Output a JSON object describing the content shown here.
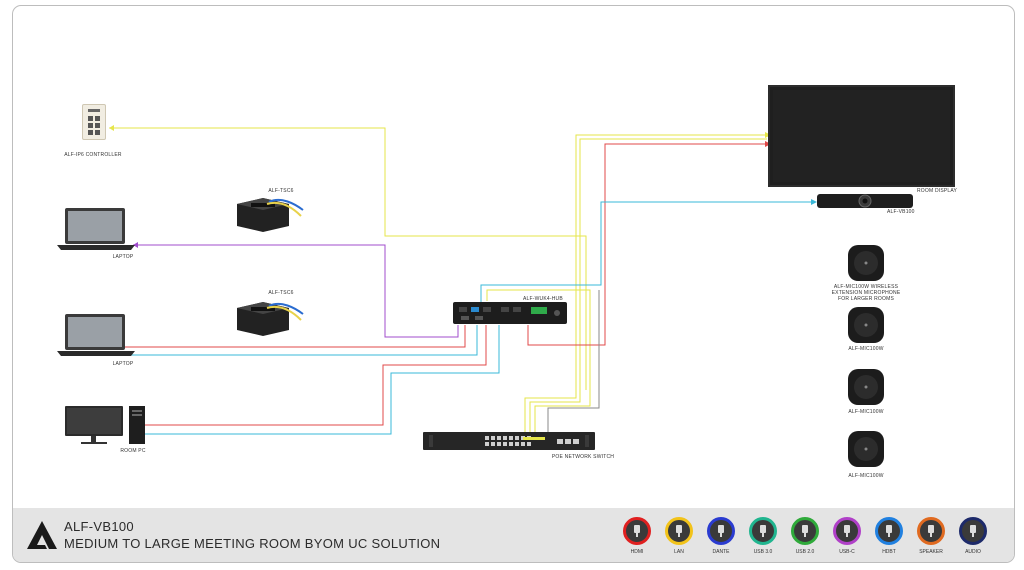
{
  "title": {
    "product": "ALF-VB100",
    "subtitle": "MEDIUM TO LARGE MEETING ROOM BYOM UC SOLUTION"
  },
  "labels": {
    "controller": "ALF-IP6 CONTROLLER",
    "laptop1": "LAPTOP",
    "laptop2": "LAPTOP",
    "tsc1": "ALF-TSC6",
    "tsc2": "ALF-TSC6",
    "room_pc": "ROOM PC",
    "hub": "ALF-WUK4-HUB",
    "switch": "PoE NETWORK SWITCH",
    "room_display": "ROOM DISPLAY",
    "video_bar": "ALF-VB100",
    "mic_main_1": "ALF-MIC100W WIRELESS",
    "mic_main_2": "EXTENSION MICROPHONE",
    "mic_main_3": "FOR LARGER ROOMS",
    "mic2": "ALF-MIC100W",
    "mic3": "ALF-MIC100W",
    "mic4": "ALF-MIC100W"
  },
  "legend": [
    {
      "label": "HDMI",
      "color": "#e02020",
      "icon": "hdmi-icon"
    },
    {
      "label": "LAN",
      "color": "#f2c31a",
      "icon": "lan-icon"
    },
    {
      "label": "DANTE",
      "color": "#2a3bd0",
      "icon": "dante-icon"
    },
    {
      "label": "USB 3.0",
      "color": "#20b58f",
      "icon": "usb3-icon"
    },
    {
      "label": "USB 2.0",
      "color": "#2faa3a",
      "icon": "usb2-icon"
    },
    {
      "label": "USB-C",
      "color": "#b040c8",
      "icon": "usbc-icon"
    },
    {
      "label": "HDBT",
      "color": "#2080e0",
      "icon": "hdbt-icon"
    },
    {
      "label": "SPEAKER",
      "color": "#e06a20",
      "icon": "speaker-icon"
    },
    {
      "label": "AUDIO",
      "color": "#1d2a6a",
      "icon": "audio-icon"
    }
  ],
  "colors": {
    "hdmi": "#e23a3a",
    "lan": "#eaea4a",
    "usbc": "#a050c8",
    "usb3": "#38b8d8"
  }
}
